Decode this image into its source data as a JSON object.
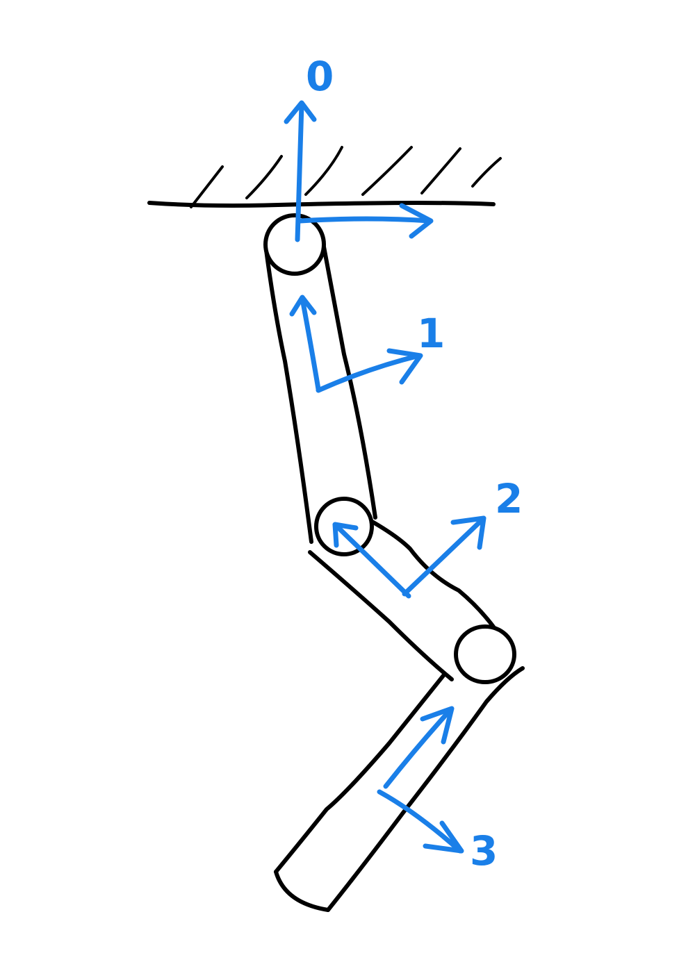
{
  "colors": {
    "ink": "#000000",
    "frame": "#1a7fe8",
    "background": "#ffffff"
  },
  "frames": [
    {
      "label": "0"
    },
    {
      "label": "1"
    },
    {
      "label": "2"
    },
    {
      "label": "3"
    }
  ]
}
